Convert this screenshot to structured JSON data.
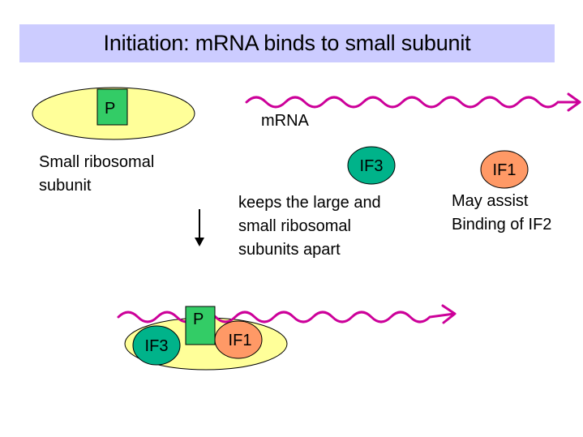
{
  "title": "Initiation: mRNA binds to small subunit",
  "labels": {
    "p_site": "P",
    "mrna": "mRNA",
    "small_subunit_line1": "Small ribosomal",
    "small_subunit_line2": "subunit",
    "if3": "IF3",
    "if3_desc_line1": "keeps the large and",
    "if3_desc_line2": "small ribosomal",
    "if3_desc_line3": "subunits apart",
    "if1": "IF1",
    "if1_desc_line1": "May assist",
    "if1_desc_line2": "Binding of IF2",
    "complex_p_site": "P",
    "complex_if3": "IF3",
    "complex_if1": "IF1"
  },
  "colors": {
    "title_background": "#ccccff",
    "ribosome_fill": "#ffff99",
    "p_site_fill": "#33cc66",
    "if3_fill": "#00b38a",
    "if1_fill": "#ff9966",
    "mrna_stroke": "#cc0099"
  }
}
